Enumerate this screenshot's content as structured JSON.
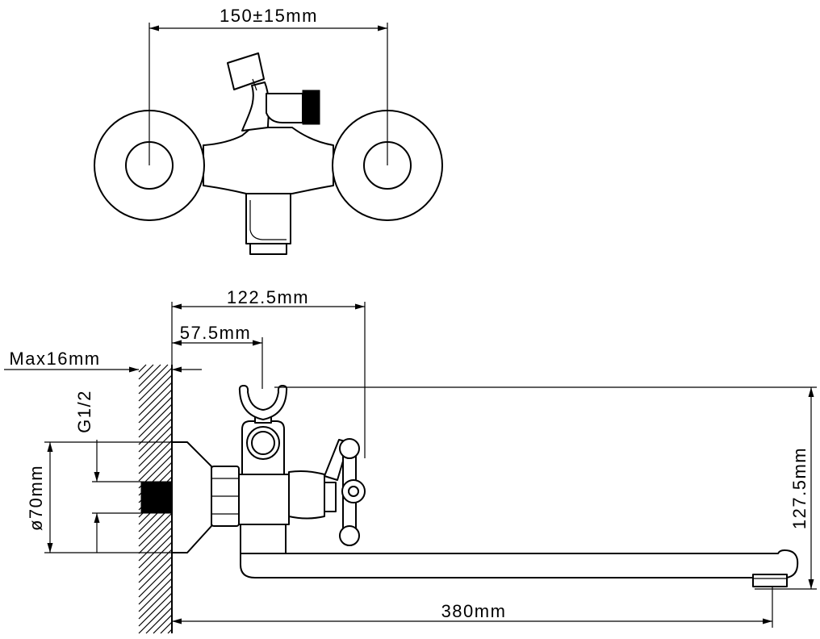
{
  "dimensions": {
    "top_width": "150±15mm",
    "depth_total": "122.5mm",
    "depth_holder": "57.5mm",
    "wall_max": "Max16mm",
    "thread": "G1/2",
    "flange_diameter": "ø70mm",
    "height": "127.5mm",
    "spout_length": "380mm"
  },
  "colors": {
    "line": "#000000",
    "background": "#ffffff"
  }
}
